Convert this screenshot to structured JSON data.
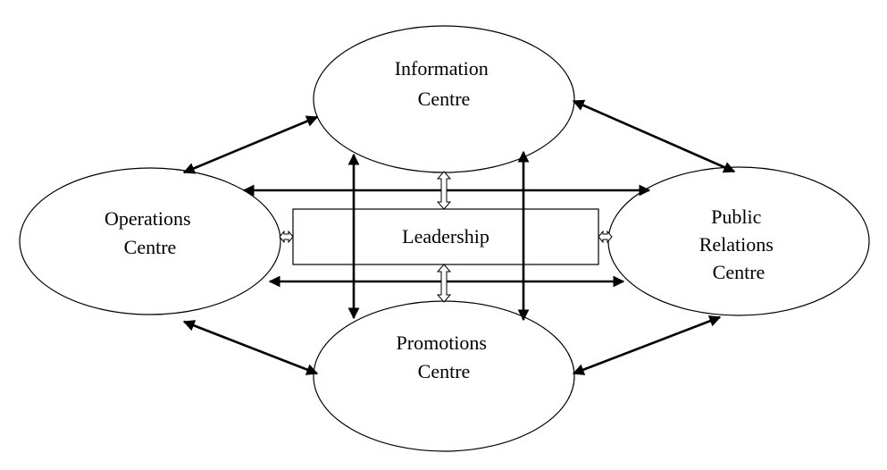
{
  "diagram": {
    "colors": {
      "line": "#000000",
      "background": "#ffffff"
    },
    "nodes": {
      "information": {
        "lines": [
          "Information",
          "Centre"
        ]
      },
      "operations": {
        "lines": [
          "Operations",
          "Centre"
        ]
      },
      "public_relations": {
        "lines": [
          "Public",
          "Relations",
          "Centre"
        ]
      },
      "promotions": {
        "lines": [
          "Promotions",
          "Centre"
        ]
      },
      "leadership": {
        "lines": [
          "Leadership"
        ]
      }
    }
  }
}
